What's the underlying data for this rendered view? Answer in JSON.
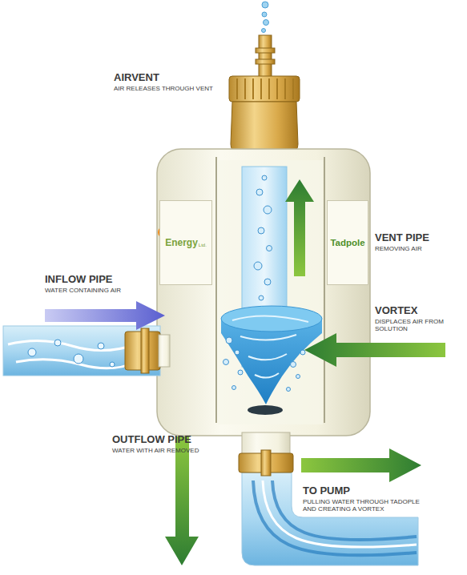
{
  "diagram": {
    "nodes": [
      {
        "text": [
          "Energy",
          "Ltd."
        ]
      },
      {
        "text": [
          "Tadpole"
        ]
      }
    ],
    "labels": [
      "AIRVENT",
      "AIR RELEASES THROUGH VENT",
      "VENT PIPE",
      "REMOVING AIR",
      "INFLOW PIPE",
      "WATER CONTAINING AIR",
      "VORTEX",
      "DISPLACES AIR FROM SOLUTION",
      "OUTFLOW PIPE",
      "WATER WITH AIR REMOVED",
      "TO PUMP",
      "PULLING WATER THROUGH TADOPLE AND CREATING A VORTEX"
    ]
  }
}
